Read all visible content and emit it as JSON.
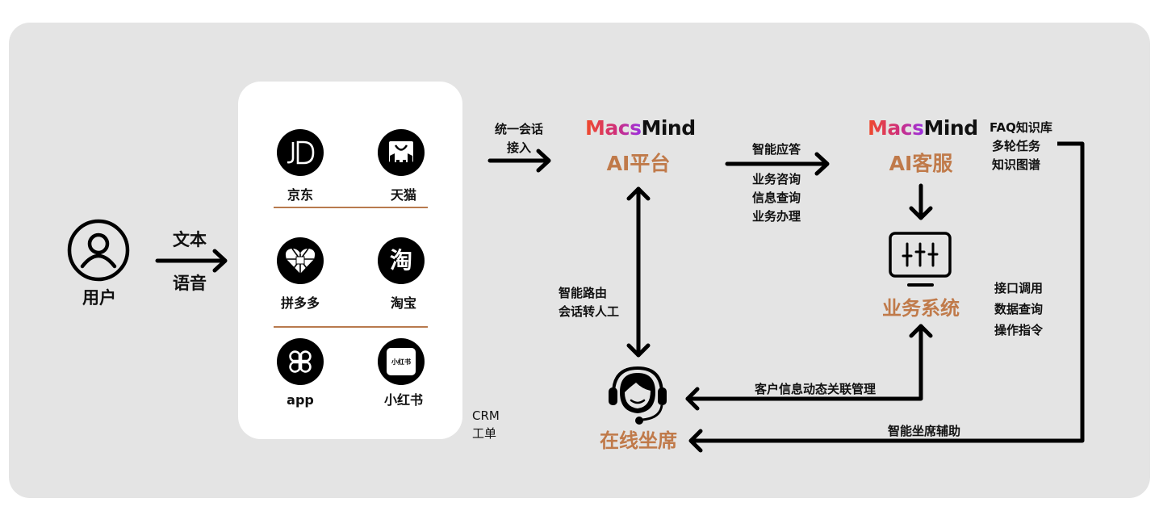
{
  "user": {
    "label": "用户",
    "icon": "user-icon"
  },
  "input_arrow": {
    "top_label": "文本",
    "bottom_label": "语音"
  },
  "channels": {
    "items": [
      {
        "name": "京东",
        "icon": "jd-icon"
      },
      {
        "name": "天猫",
        "icon": "tmall-icon"
      },
      {
        "name": "拼多多",
        "icon": "pinduoduo-icon"
      },
      {
        "name": "淘宝",
        "icon": "taobao-icon",
        "glyph": "淘"
      },
      {
        "name": "app",
        "icon": "app-icon"
      },
      {
        "name": "小红书",
        "icon": "xiaohongshu-icon",
        "glyph": "小红书"
      }
    ],
    "side_note": [
      "CRM",
      "工单"
    ]
  },
  "session_arrow": {
    "label_line1": "统一会话",
    "label_line2": "接入"
  },
  "ai_platform": {
    "brand_part1": "Macs",
    "brand_part2": "Mind",
    "title": "AI平台"
  },
  "answer_arrow": {
    "top_label": "智能应答",
    "bottom_labels": [
      "业务咨询",
      "信息查询",
      "业务办理"
    ]
  },
  "ai_service": {
    "brand_part1": "Macs",
    "brand_part2": "Mind",
    "title": "AI客服",
    "features": [
      "FAQ知识库",
      "多轮任务",
      "知识图谱"
    ]
  },
  "routing": {
    "labels": [
      "智能路由",
      "会话转人工"
    ]
  },
  "business_system": {
    "title": "业务系统",
    "icon": "sliders-monitor-icon",
    "features": [
      "接口调用",
      "数据查询",
      "操作指令"
    ]
  },
  "agent": {
    "title": "在线坐席",
    "icon": "headset-agent-icon"
  },
  "customer_info_arrow": {
    "label": "客户信息动态关联管理"
  },
  "agent_assist_arrow": {
    "label": "智能坐席辅助"
  },
  "colors": {
    "accent": "#c07a4a",
    "panel_bg": "#e4e4e4",
    "line": "#000000",
    "divider": "#b87a4e"
  }
}
